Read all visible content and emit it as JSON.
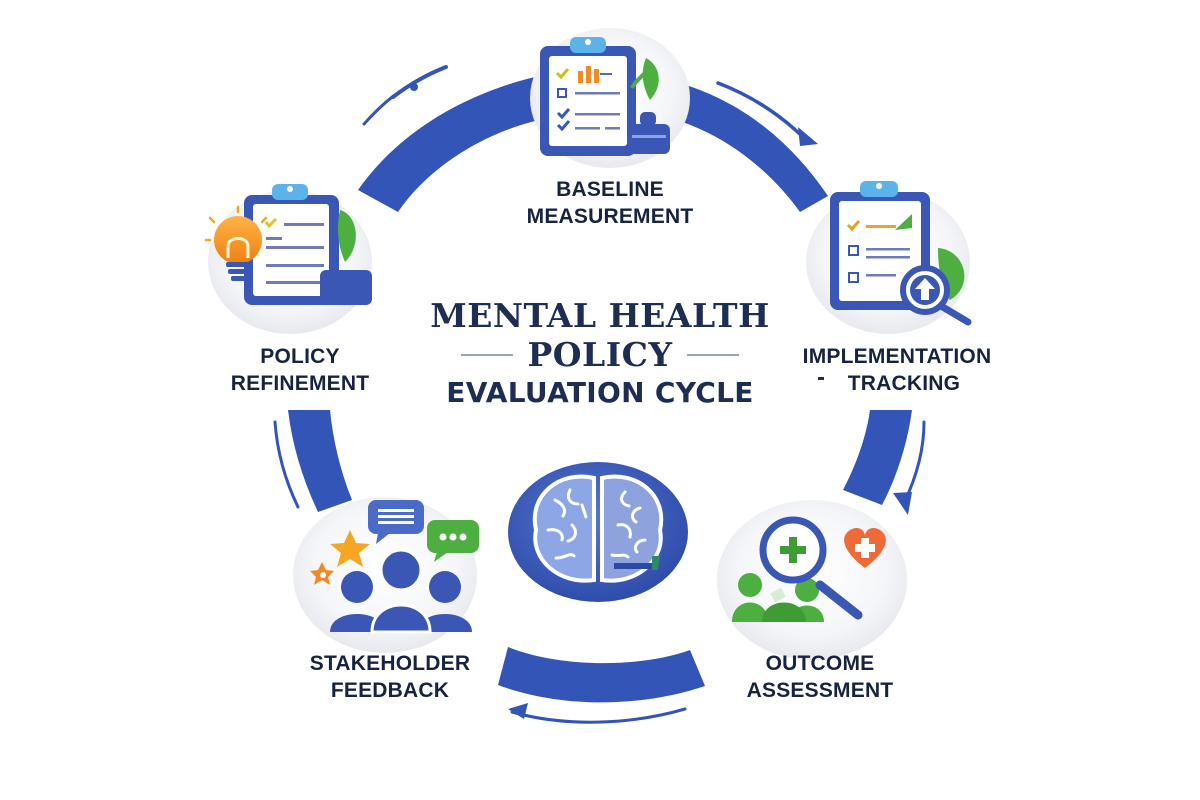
{
  "title": {
    "line1": "MENTAL HEALTH",
    "line2": "POLICY",
    "line3": "EVALUATION CYCLE"
  },
  "stages": [
    {
      "id": "baseline",
      "line1": "BASELINE",
      "line2": "MEASUREMENT",
      "icon": "clipboard-chart-icon"
    },
    {
      "id": "implementation",
      "line1": "IMPLEMENTATION",
      "line2": "TRACKING",
      "icon": "clipboard-magnifier-arrow-icon"
    },
    {
      "id": "outcome",
      "line1": "OUTCOME",
      "line2": "ASSESSMENT",
      "icon": "magnifier-people-heart-icon"
    },
    {
      "id": "stakeholder",
      "line1": "STAKEHOLDER",
      "line2": "FEEDBACK",
      "icon": "people-chat-stars-icon"
    },
    {
      "id": "refinement",
      "line1": "POLICY",
      "line2": "REFINEMENT",
      "icon": "lightbulb-clipboard-icon"
    }
  ],
  "center_icon": "brain-icon",
  "flow_direction": "clockwise",
  "colors": {
    "arrow_blue": "#3355b8",
    "title_navy": "#1d2d54",
    "label_dark": "#17233f",
    "clipboard_blue": "#3b57b5",
    "clip_light_blue": "#5cb3ea",
    "leaf_green": "#4caf3f",
    "accent_orange": "#f08a24",
    "heart_orange": "#ef6a3a",
    "star_yellow": "#f6a623",
    "bubble_gray": "#eef0f4"
  }
}
